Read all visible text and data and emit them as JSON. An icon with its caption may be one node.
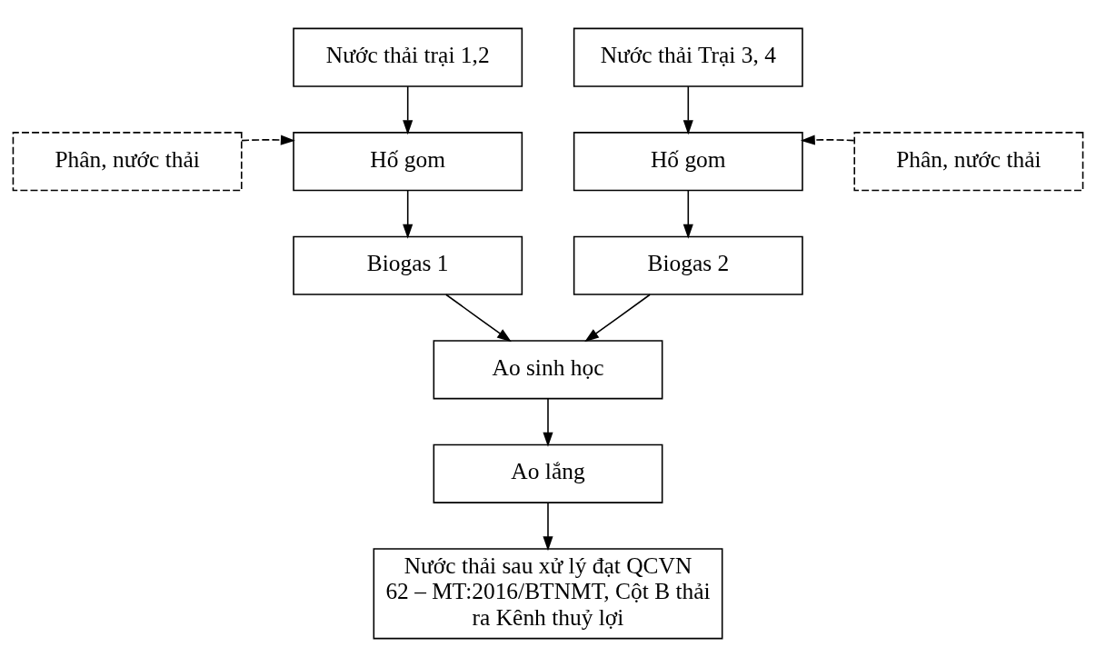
{
  "diagram": {
    "nodes": [
      {
        "text": [
          "Nước thải trại 1,2"
        ]
      },
      {
        "text": [
          "Nước thải Trại 3, 4"
        ]
      },
      {
        "text": [
          "Phân, nước thải"
        ]
      },
      {
        "text": [
          "Hố gom"
        ]
      },
      {
        "text": [
          "Hố gom"
        ]
      },
      {
        "text": [
          "Phân, nước thải"
        ]
      },
      {
        "text": [
          "Biogas 1"
        ]
      },
      {
        "text": [
          "Biogas 2"
        ]
      },
      {
        "text": [
          "Ao sinh học"
        ]
      },
      {
        "text": [
          "Ao lắng"
        ]
      },
      {
        "text": [
          "Nước thải sau xử lý đạt QCVN 62 – MT:2016/BTNMT, Cột B thải ra Kênh thuỷ lợi"
        ]
      }
    ],
    "edges": [
      {
        "from": 0,
        "to": 3,
        "arrow": "to"
      },
      {
        "from": 2,
        "to": 3,
        "arrow": "to",
        "style": "dashed"
      },
      {
        "from": 1,
        "to": 4,
        "arrow": "to"
      },
      {
        "from": 5,
        "to": 4,
        "arrow": "to",
        "style": "dashed"
      },
      {
        "from": 3,
        "to": 6,
        "arrow": "to"
      },
      {
        "from": 4,
        "to": 7,
        "arrow": "to"
      },
      {
        "from": 6,
        "to": 8,
        "arrow": "to"
      },
      {
        "from": 7,
        "to": 8,
        "arrow": "to"
      },
      {
        "from": 8,
        "to": 9,
        "arrow": "to"
      },
      {
        "from": 9,
        "to": 10,
        "arrow": "to"
      }
    ]
  }
}
